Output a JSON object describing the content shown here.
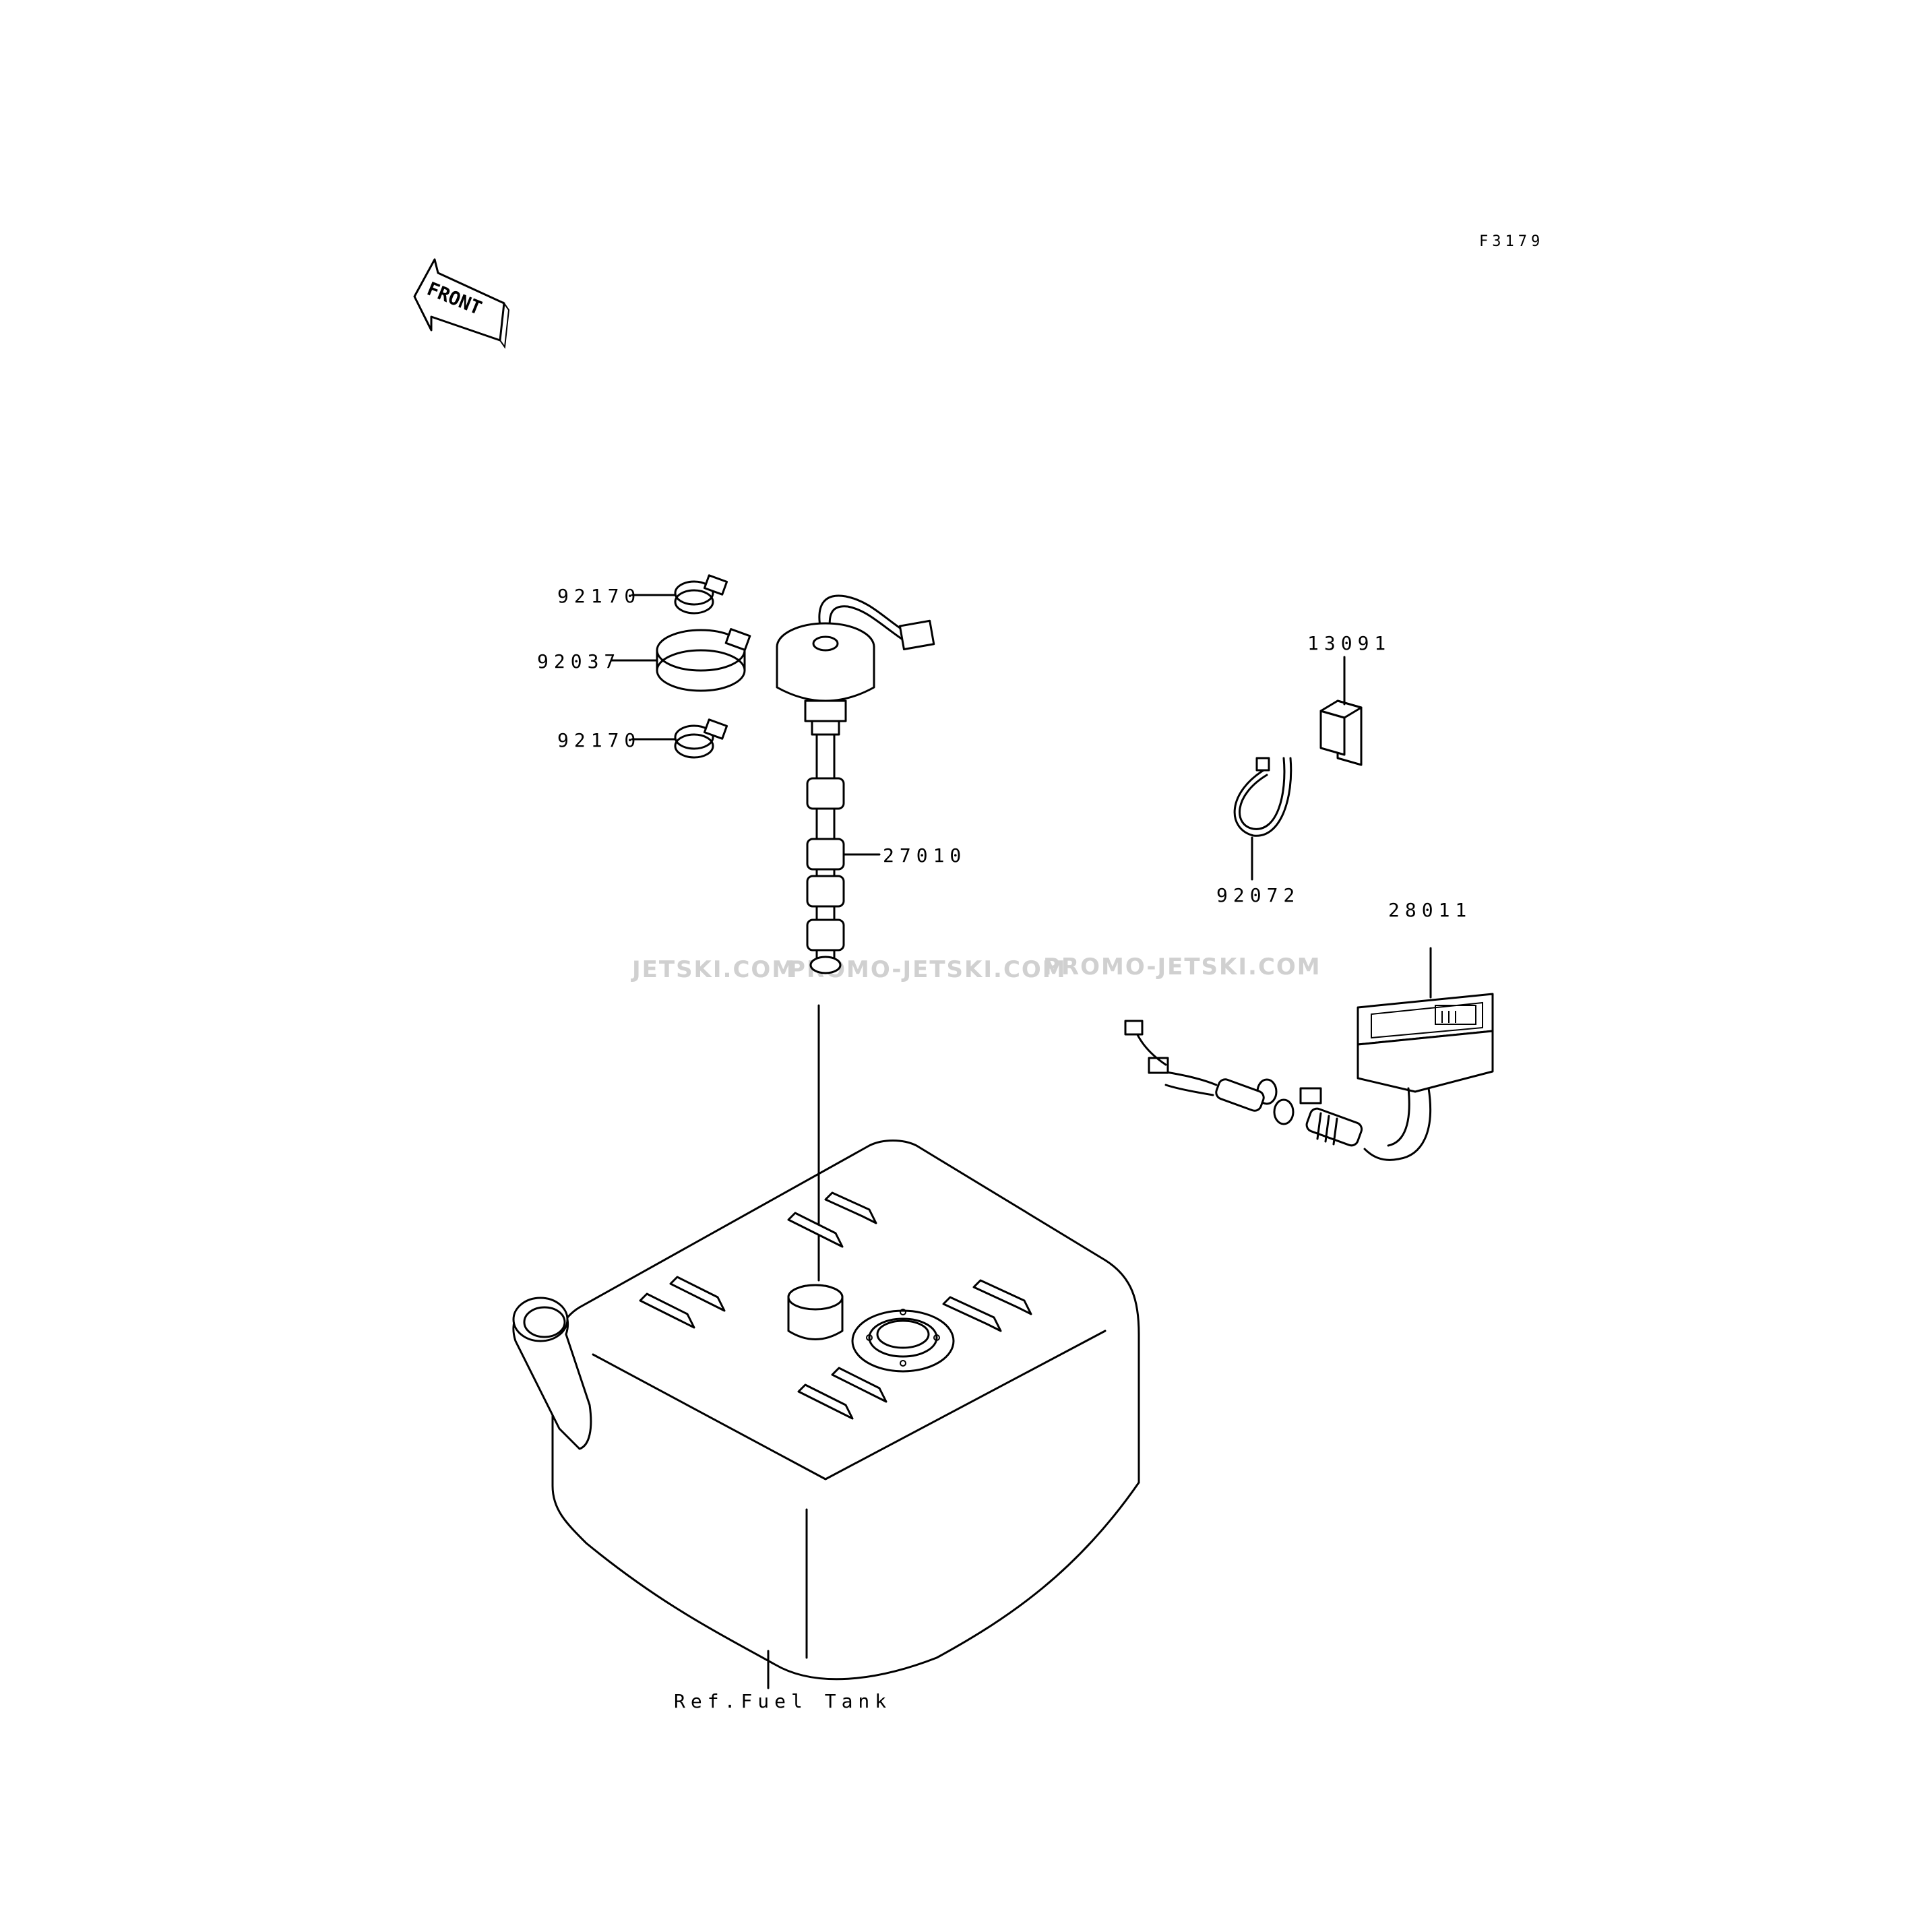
{
  "diagram": {
    "figure_code": "F3179",
    "front_label": "FRONT",
    "parts": [
      {
        "number": "92170"
      },
      {
        "number": "92037"
      },
      {
        "number": "92170"
      },
      {
        "number": "27010"
      },
      {
        "number": "13091"
      },
      {
        "number": "92072"
      },
      {
        "number": "28011"
      }
    ],
    "reference_label": "Ref.Fuel Tank",
    "watermarks": [
      "JETSKI.COM",
      "PROMO-JETSKI.COM",
      "PROMO-JETSKI.COM"
    ]
  }
}
